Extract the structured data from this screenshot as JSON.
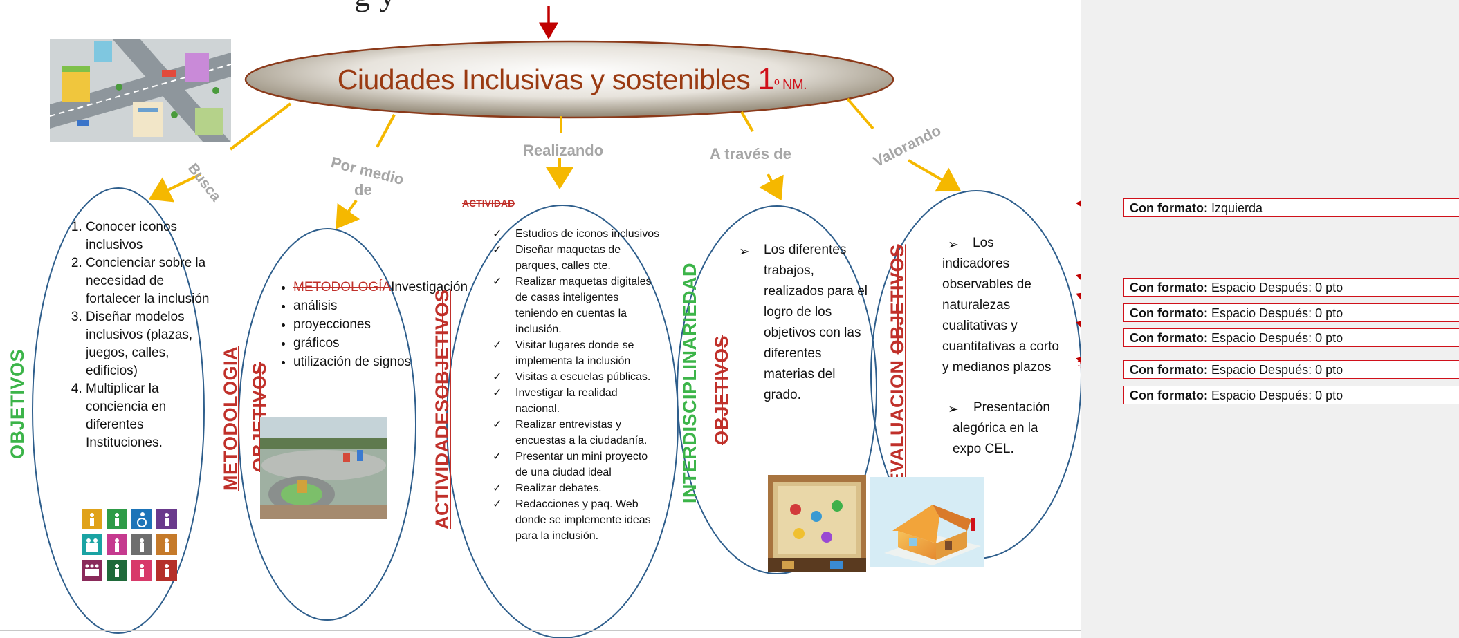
{
  "top_fragment": "g y",
  "title": {
    "main": "Ciudades Inclusivas y sostenibles ",
    "number": "1",
    "suffix": "º NM."
  },
  "links": {
    "busca": "Busca",
    "por_medio": "Por medio",
    "por_medio_de": "de",
    "realizando": "Realizando",
    "a_traves": "A través de",
    "valorando": "Valorando"
  },
  "vertical_labels": {
    "objetivos_1": "OBJETIVOS",
    "metodologia": "METODOLOGIA",
    "objetivos_2": "OBJETIVOS",
    "actividades": "ACTIVIDADES",
    "objetivos_3": "OBJETIVOS",
    "interdisciplinariedad": "INTERDISCIPLINARIEDAD",
    "objetivos_4": "OBJETIVOS",
    "evaluacion": "EVALUACION",
    "objetivos_5": "OBJETIVOS"
  },
  "objetivos": [
    "Conocer iconos inclusivos",
    "Concienciar sobre la necesidad de fortalecer la inclusión",
    "Diseñar modelos inclusivos (plazas, juegos, calles, edificios)",
    "Multiplicar la conciencia en diferentes Instituciones."
  ],
  "metodologia": {
    "deleted_word": "METODOLOGÍA",
    "first_item_rest": "Investigación",
    "items": [
      "análisis",
      "proyecciones",
      "gráficos",
      "utilización de signos"
    ]
  },
  "actividad_heading": "ACTIVIDAD",
  "actividades": [
    "Estudios de iconos inclusivos",
    "Diseñar maquetas de parques, calles cte.",
    "Realizar maquetas digitales de casas inteligentes teniendo en cuentas la inclusión.",
    "Visitar  lugares donde se implementa la inclusión",
    "Visitas a escuelas públicas.",
    "Investigar la realidad nacional.",
    "Realizar entrevistas y encuestas a la ciudadanía.",
    "Presentar un mini proyecto de una ciudad ideal",
    "Realizar debates.",
    "Redacciones y paq. Web donde se implemente ideas para  la inclusión."
  ],
  "interdisciplinariedad_text": "Los diferentes trabajos, realizados para el logro de los objetivos con las diferentes materias del grado.",
  "evaluacion": {
    "item1": "Los indicadores observables de naturalezas cualitativas y cuantitativas a corto y medianos plazos",
    "item2": "Presentación alegórica en la expo CEL."
  },
  "format_comments": [
    {
      "label": "Con formato:",
      "value": "Izquierda"
    },
    {
      "label": "Con formato:",
      "value": "Espacio Después:  0 pto"
    },
    {
      "label": "Con formato:",
      "value": "Espacio Después:  0 pto"
    },
    {
      "label": "Con formato:",
      "value": "Espacio Después:  0 pto"
    },
    {
      "label": "Con formato:",
      "value": "Espacio Después:  0 pto"
    },
    {
      "label": "Con formato:",
      "value": "Espacio Después:  0 pto"
    }
  ],
  "colors": {
    "arrow_yellow": "#f5b800",
    "arrow_red": "#c00000",
    "ellipse_stroke": "#2e5e8c",
    "comment_red": "#d0101a",
    "label_gray": "#a6a6a6",
    "green": "#3cb449"
  },
  "icons": [
    "city-illustration-image",
    "park-photo-image",
    "classroom-model-image",
    "house-3d-image",
    "accessibility-icons-grid"
  ]
}
